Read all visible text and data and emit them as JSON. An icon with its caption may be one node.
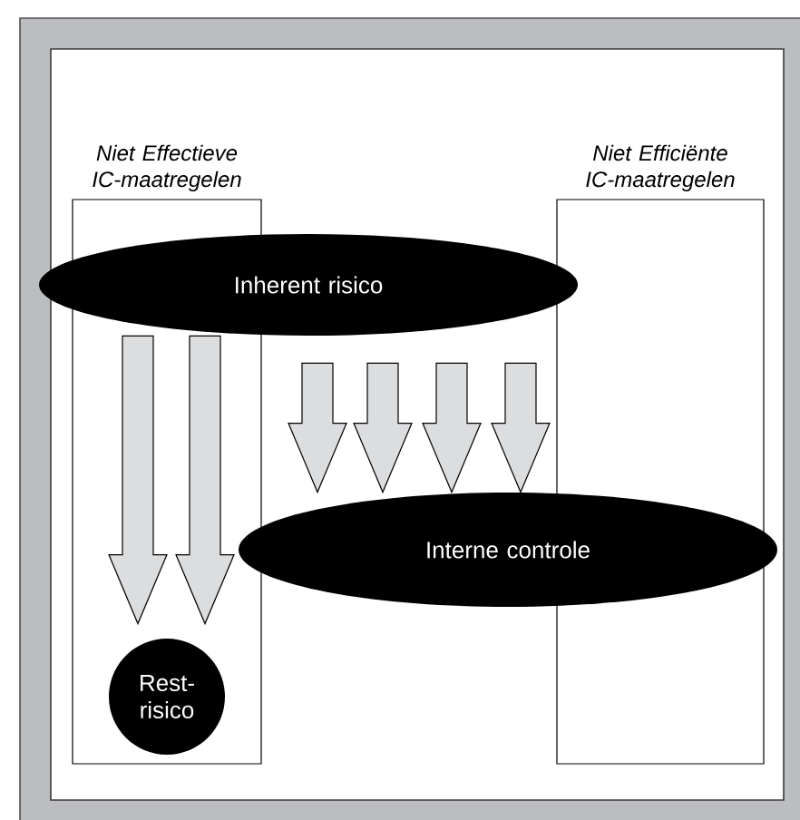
{
  "diagram": {
    "nodes": [
      {
        "text": [
          "Niet Effectieve IC-maatregelen"
        ]
      },
      {
        "text": [
          "Niet Efficiënte IC-maatregelen"
        ]
      },
      {
        "text": [
          "Inherent risico"
        ]
      },
      {
        "text": [
          "Interne controle"
        ]
      },
      {
        "text": [
          "Rest-risico"
        ],
        "in": 0
      }
    ],
    "edges": [
      {
        "from": 2,
        "to": 4,
        "arrow": "to"
      },
      {
        "from": 2,
        "to": 4,
        "arrow": "to"
      },
      {
        "from": 2,
        "to": 3,
        "arrow": "to"
      },
      {
        "from": 2,
        "to": 3,
        "arrow": "to"
      },
      {
        "from": 2,
        "to": 3,
        "arrow": "to"
      },
      {
        "from": 2,
        "to": 3,
        "arrow": "to"
      }
    ]
  }
}
